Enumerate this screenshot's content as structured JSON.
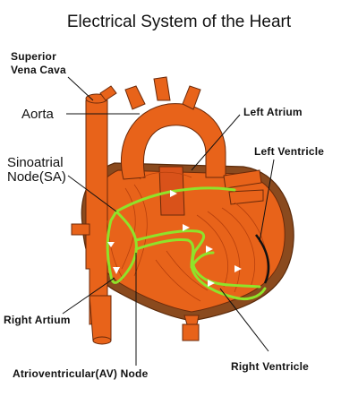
{
  "title": "Electrical System of the Heart",
  "labels": {
    "superior_vena_cava": "Superior\nVena Cava",
    "aorta": "Aorta",
    "left_atrium": "Left Atrium",
    "left_ventricle": "Left Ventricle",
    "sinoatrial_node": "Sinoatrial\nNode(SA)",
    "right_atrium": "Right Artium",
    "av_node": "Atrioventricular(AV) Node",
    "right_ventricle": "Right Ventricle"
  },
  "colors": {
    "heart_fill": "#e8631a",
    "heart_dark": "#c4450c",
    "heart_outline": "#6b2a0a",
    "pericardium": "#8a4a1e",
    "conduction_path": "#8fe32a",
    "leader_line": "#111111"
  }
}
